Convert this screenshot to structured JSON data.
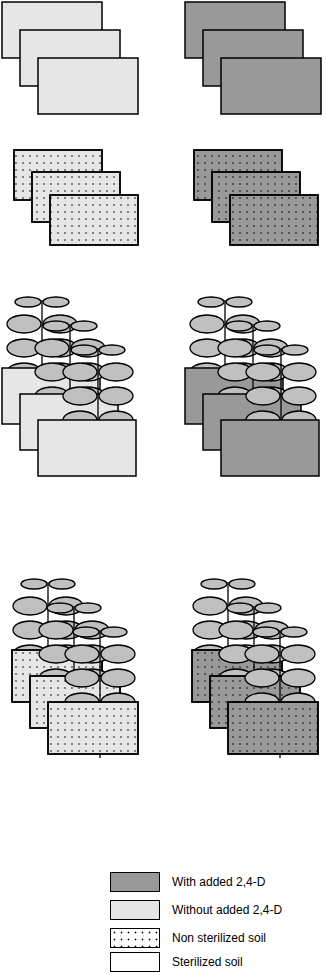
{
  "diagram": {
    "legend": [
      {
        "text": "With added 2,4-D",
        "color": "#999999"
      },
      {
        "text": "Without added 2,4-D",
        "color": "#e6e6e6"
      },
      {
        "text": "Non sterilized soil"
      },
      {
        "text": "Sterilized soil",
        "color": "#ffffff"
      }
    ]
  }
}
